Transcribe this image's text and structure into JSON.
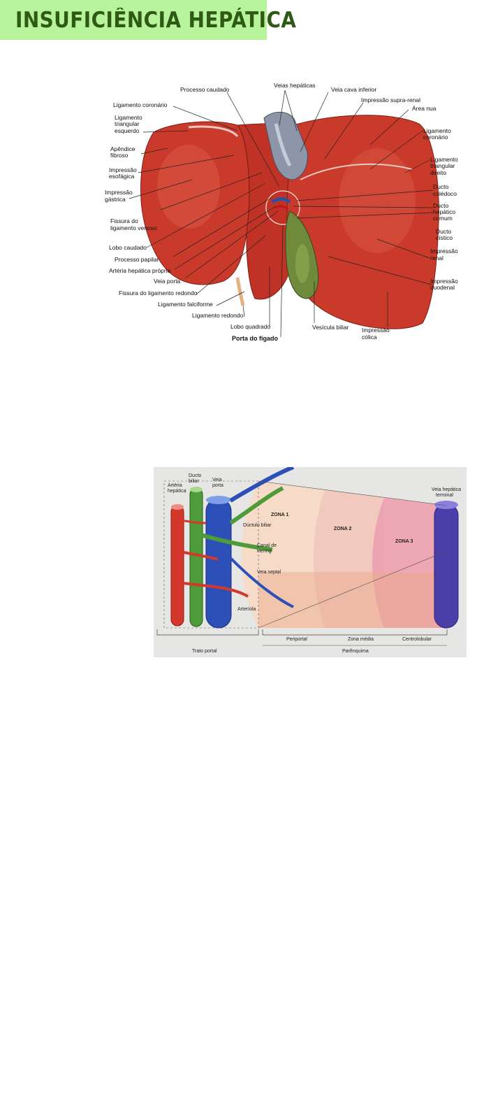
{
  "page": {
    "title": "INSUFICIÊNCIA HEPÁTICA"
  },
  "liver_figure": {
    "labels_left": [
      "Ligamento coronário",
      "Ligamento",
      "triangular",
      "esquerdo",
      "Apêndice",
      "fibroso",
      "Impressão",
      "esofágica",
      "Impressão",
      "gástrica",
      "Fissura do",
      "ligamento venoso",
      "Lobo caudado",
      "Processo papilar",
      "Artéria hepática própria",
      "Veia porta",
      "Fissura do ligamento redondo",
      "Ligamento falciforme",
      "Ligamento redondo",
      "Lobo quadrado"
    ],
    "labels_top": [
      "Processo caudado",
      "Veias hepáticas",
      "Veia cava inferior",
      "Impressão supra-renal"
    ],
    "labels_right": [
      "Área nua",
      "Ligamento",
      "coronário",
      "Ligamento",
      "triangular",
      "direito",
      "Ducto",
      "colédoco",
      "Ducto",
      "hepático",
      "comum",
      "Ducto",
      "cístico",
      "Impressão",
      "renal",
      "Impressão",
      "duodenal"
    ],
    "labels_bottom": [
      "Porta do fígado",
      "Vesícula biliar",
      "Impressão",
      "cólica"
    ]
  },
  "lobule_figure": {
    "vessel_labels": [
      "Artéria",
      "hepática",
      "Ducto",
      "biliar",
      "Veia",
      "porta",
      "Veia hepática",
      "terminal"
    ],
    "structure_labels": [
      "Dúctulo biliar",
      "Canal de",
      "Hering",
      "Veia septal",
      "Arteríola"
    ],
    "zones": [
      "ZONA 1",
      "ZONA 2",
      "ZONA 3"
    ],
    "bottom_labels": [
      "Trato portal",
      "Periportal",
      "Zona média",
      "Centrolobular",
      "Parênquima"
    ]
  }
}
